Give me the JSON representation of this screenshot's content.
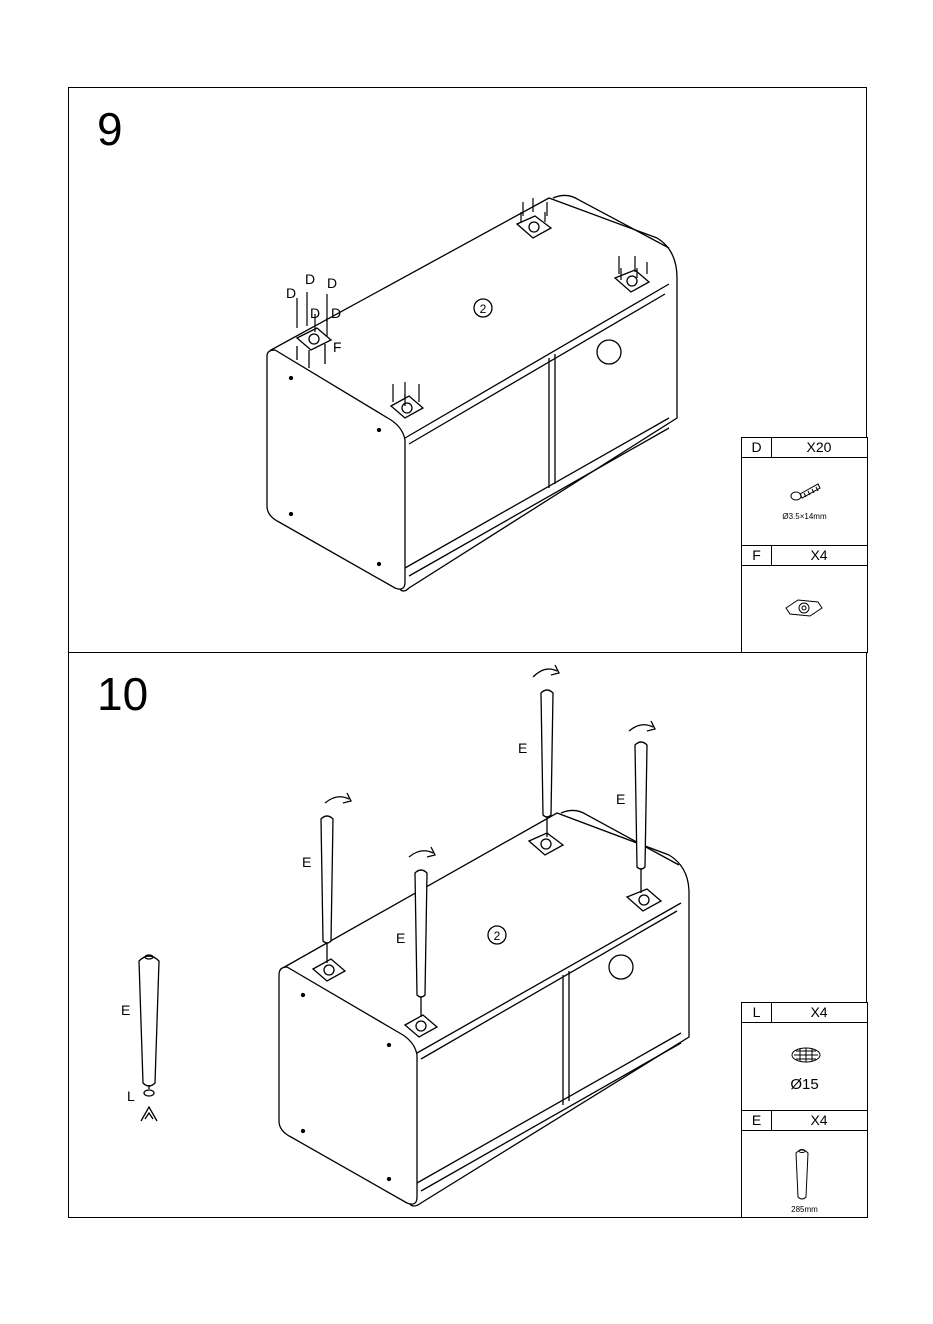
{
  "steps": [
    {
      "number": "9",
      "part_number": "②",
      "labels": {
        "D": "D",
        "F": "F"
      },
      "parts": [
        {
          "code": "D",
          "qty": "X20",
          "caption": "Ø3.5×14mm",
          "icon": "screw-icon"
        },
        {
          "code": "F",
          "qty": "X4",
          "caption": "",
          "icon": "mounting-plate-icon"
        }
      ]
    },
    {
      "number": "10",
      "part_number": "②",
      "labels": {
        "E": "E",
        "L": "L"
      },
      "parts": [
        {
          "code": "L",
          "qty": "X4",
          "caption": "Ø15",
          "icon": "felt-pad-icon"
        },
        {
          "code": "E",
          "qty": "X4",
          "caption": "285mm",
          "icon": "leg-icon"
        }
      ]
    }
  ]
}
